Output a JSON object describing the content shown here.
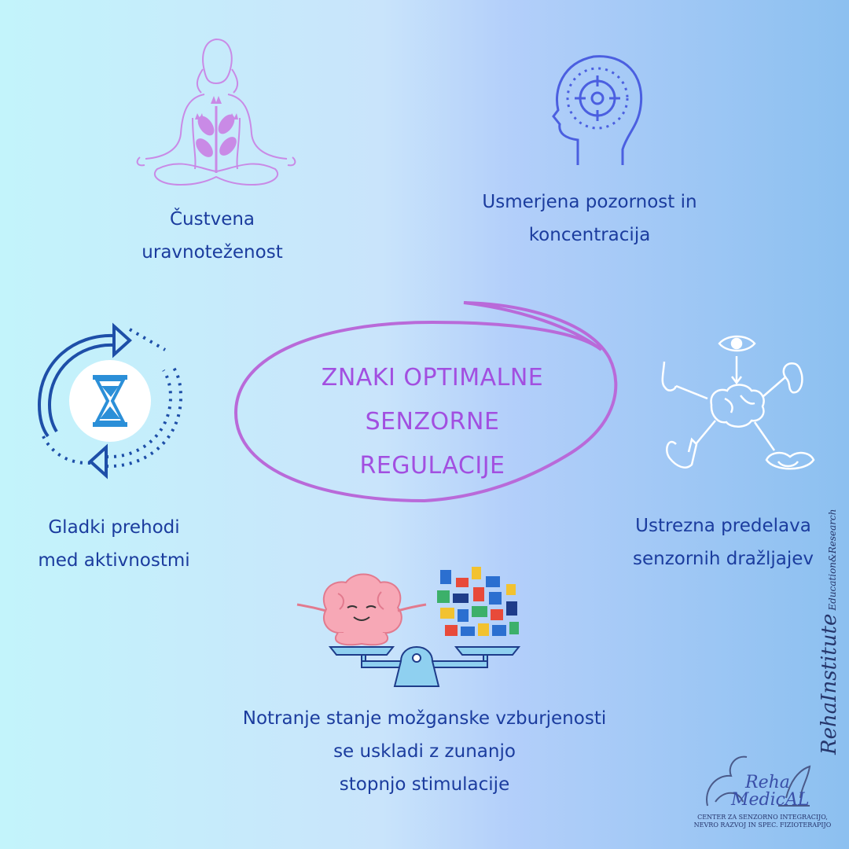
{
  "title": {
    "lines": [
      "ZNAKI OPTIMALNE",
      "SENZORNE",
      "REGULACIJE"
    ]
  },
  "items": {
    "emotional": {
      "lines": [
        "Čustvena",
        "uravnoteženost"
      ],
      "icon": "meditation-icon"
    },
    "attention": {
      "lines": [
        "Usmerjena pozornost in",
        "koncentracija"
      ],
      "icon": "focus-head-icon"
    },
    "transitions": {
      "lines": [
        "Gladki prehodi",
        "med aktivnostmi"
      ],
      "icon": "hourglass-cycle-icon"
    },
    "processing": {
      "lines": [
        "Ustrezna predelava",
        "senzornih dražljajev"
      ],
      "icon": "senses-brain-icon"
    },
    "arousal": {
      "lines": [
        "Notranje stanje možganske vzburjenosti",
        "se uskladi z zunanjo",
        "stopnjo stimulacije"
      ],
      "icon": "brain-balance-scale-icon"
    }
  },
  "branding": {
    "vertical_main": "Reha",
    "vertical_script": "Institute",
    "vertical_sub": "Education&Research",
    "logo_line1": "Reha",
    "logo_line2": "MedicAL",
    "logo_caption": [
      "CENTER ZA SENZORNO INTEGRACIJO,",
      "NEVRO RAZVOJ IN SPEC. FIZIOTERAPIJO"
    ]
  },
  "colors": {
    "label_text": "#1b3c9e",
    "title_text": "#a24fe0",
    "ellipse_stroke": "#b96ad9",
    "attention_icon": "#4b5fe0",
    "meditation_icon": "#c98ae6",
    "cycle_icon": "#1e4fa8",
    "senses_icon": "#ffffff",
    "scale_fill": "#8fd0f0"
  }
}
